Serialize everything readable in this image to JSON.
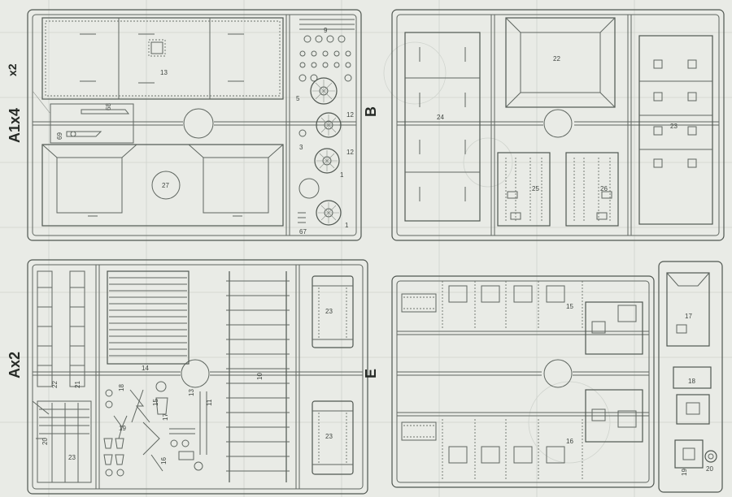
{
  "sprue_labels": {
    "top_left": "A1x4",
    "top_left_mult": "x2",
    "top_right": "B",
    "bottom_left": "Ax2",
    "bottom_right": "E"
  },
  "part_numbers": {
    "a1_roof": "13",
    "a1_floor": "27",
    "a1_strip": "68",
    "a1_small": "69",
    "a1_side_9": "9",
    "a1_side_5": "5",
    "a1_side_3": "3",
    "a1_side_12a": "12",
    "a1_side_12b": "12",
    "a1_side_1a": "1",
    "a1_side_1b": "1",
    "a1_side_67": "67",
    "b_22": "22",
    "b_24": "24",
    "b_23": "23",
    "b_25": "25",
    "b_26": "26",
    "a_22": "22",
    "a_21": "21",
    "a_20": "20",
    "a_23": "23",
    "a_18": "18",
    "a_14": "14",
    "a_15": "15",
    "a_17": "17",
    "a_19": "19",
    "a_16": "16",
    "a_13": "13",
    "a_11": "11",
    "a_10": "10",
    "a_23b": "23",
    "a_23c": "23",
    "e_15": "15",
    "e_16": "16",
    "e_17": "17",
    "e_18": "18",
    "e_19": "19",
    "e_20": "20"
  }
}
